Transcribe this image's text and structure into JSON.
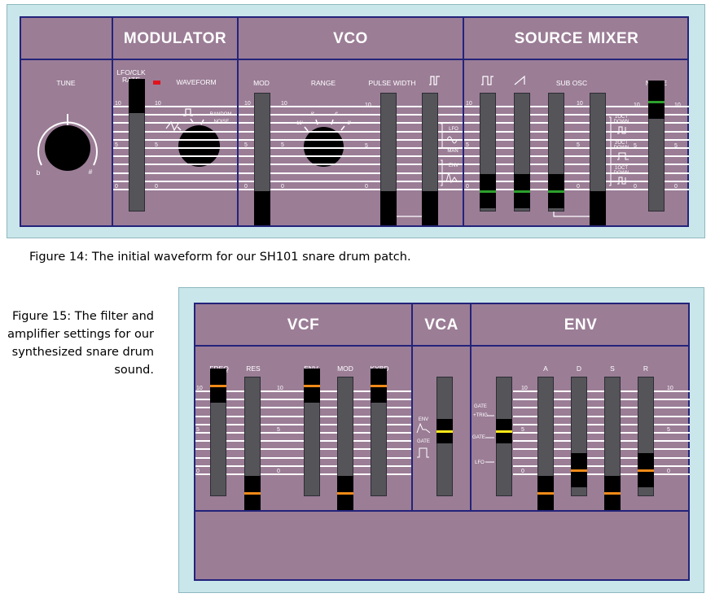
{
  "figure14": {
    "caption": "Figure 14: The initial waveform for our SH101 snare drum patch.",
    "sections": {
      "modulator": "MODULATOR",
      "vco": "VCO",
      "source_mixer": "SOURCE MIXER"
    },
    "labels": {
      "tune": "TUNE",
      "lfo_rate": "LFO/CLK RATE",
      "waveform": "WAVEFORM",
      "random": "RANDOM",
      "noise_wave": "NOISE",
      "mod": "MOD",
      "range": "RANGE",
      "pulse_width": "PULSE WIDTH",
      "sub_osc": "SUB OSC",
      "noise": "NOISE",
      "flat": "b",
      "sharp": "#",
      "range_16": "16'",
      "range_8": "8'",
      "range_4": "4'",
      "range_2": "2'",
      "pw_lfo": "LFO",
      "pw_man": "MAN",
      "pw_env": "ENV",
      "sub_1oct_1": "1OCT",
      "sub_down_1": "DOWN",
      "sub_2oct": "2OCT",
      "sub_down_2": "DOWN",
      "sub_1oct_2": "1OCT",
      "sub_down_3": "DOWN"
    },
    "scale": {
      "top": "10",
      "mid": "5",
      "bottom": "0"
    },
    "sliders": {
      "lfo_rate": 10,
      "vco_mod": 0,
      "pulse_width": 0,
      "pw_mode": 0,
      "mixer_square": 1.5,
      "mixer_saw": 1.5,
      "mixer_sub": 1.5,
      "sub_osc_mode": 0,
      "noise": 9.5
    },
    "tune_knob": "center",
    "waveform_knob": "square",
    "range_knob": "8'",
    "colors": {
      "mixer_indicator": "#2da02d",
      "led": "#e0141e"
    }
  },
  "figure15": {
    "caption": "Figure 15: The filter and amplifier settings for our synthesized snare drum sound.",
    "sections": {
      "vcf": "VCF",
      "vca": "VCA",
      "env": "ENV"
    },
    "labels": {
      "freq": "FREQ",
      "res": "RES",
      "env": "ENV",
      "mod": "MOD",
      "kybd": "KYBD",
      "a": "A",
      "d": "D",
      "s": "S",
      "r": "R",
      "vca_env": "ENV",
      "vca_gate": "GATE",
      "gate_trig_1": "GATE",
      "gate_trig_2": "+TRIG",
      "env_gate": "GATE",
      "env_lfo": "LFO"
    },
    "scale": {
      "top": "10",
      "mid": "5",
      "bottom": "0"
    },
    "sliders": {
      "vcf_freq": 9.5,
      "vcf_res": 0,
      "vcf_env": 9.5,
      "vcf_mod": 0,
      "vcf_kybd": 9.5,
      "vca_mode": 5.5,
      "env_trigger": 5.5,
      "env_a": 0,
      "env_d": 2,
      "env_s": 0,
      "env_r": 2
    },
    "colors": {
      "vcf_indicator": "#f08a18",
      "mode_indicator": "#ffe81a",
      "env_indicator": "#f08a18"
    }
  }
}
